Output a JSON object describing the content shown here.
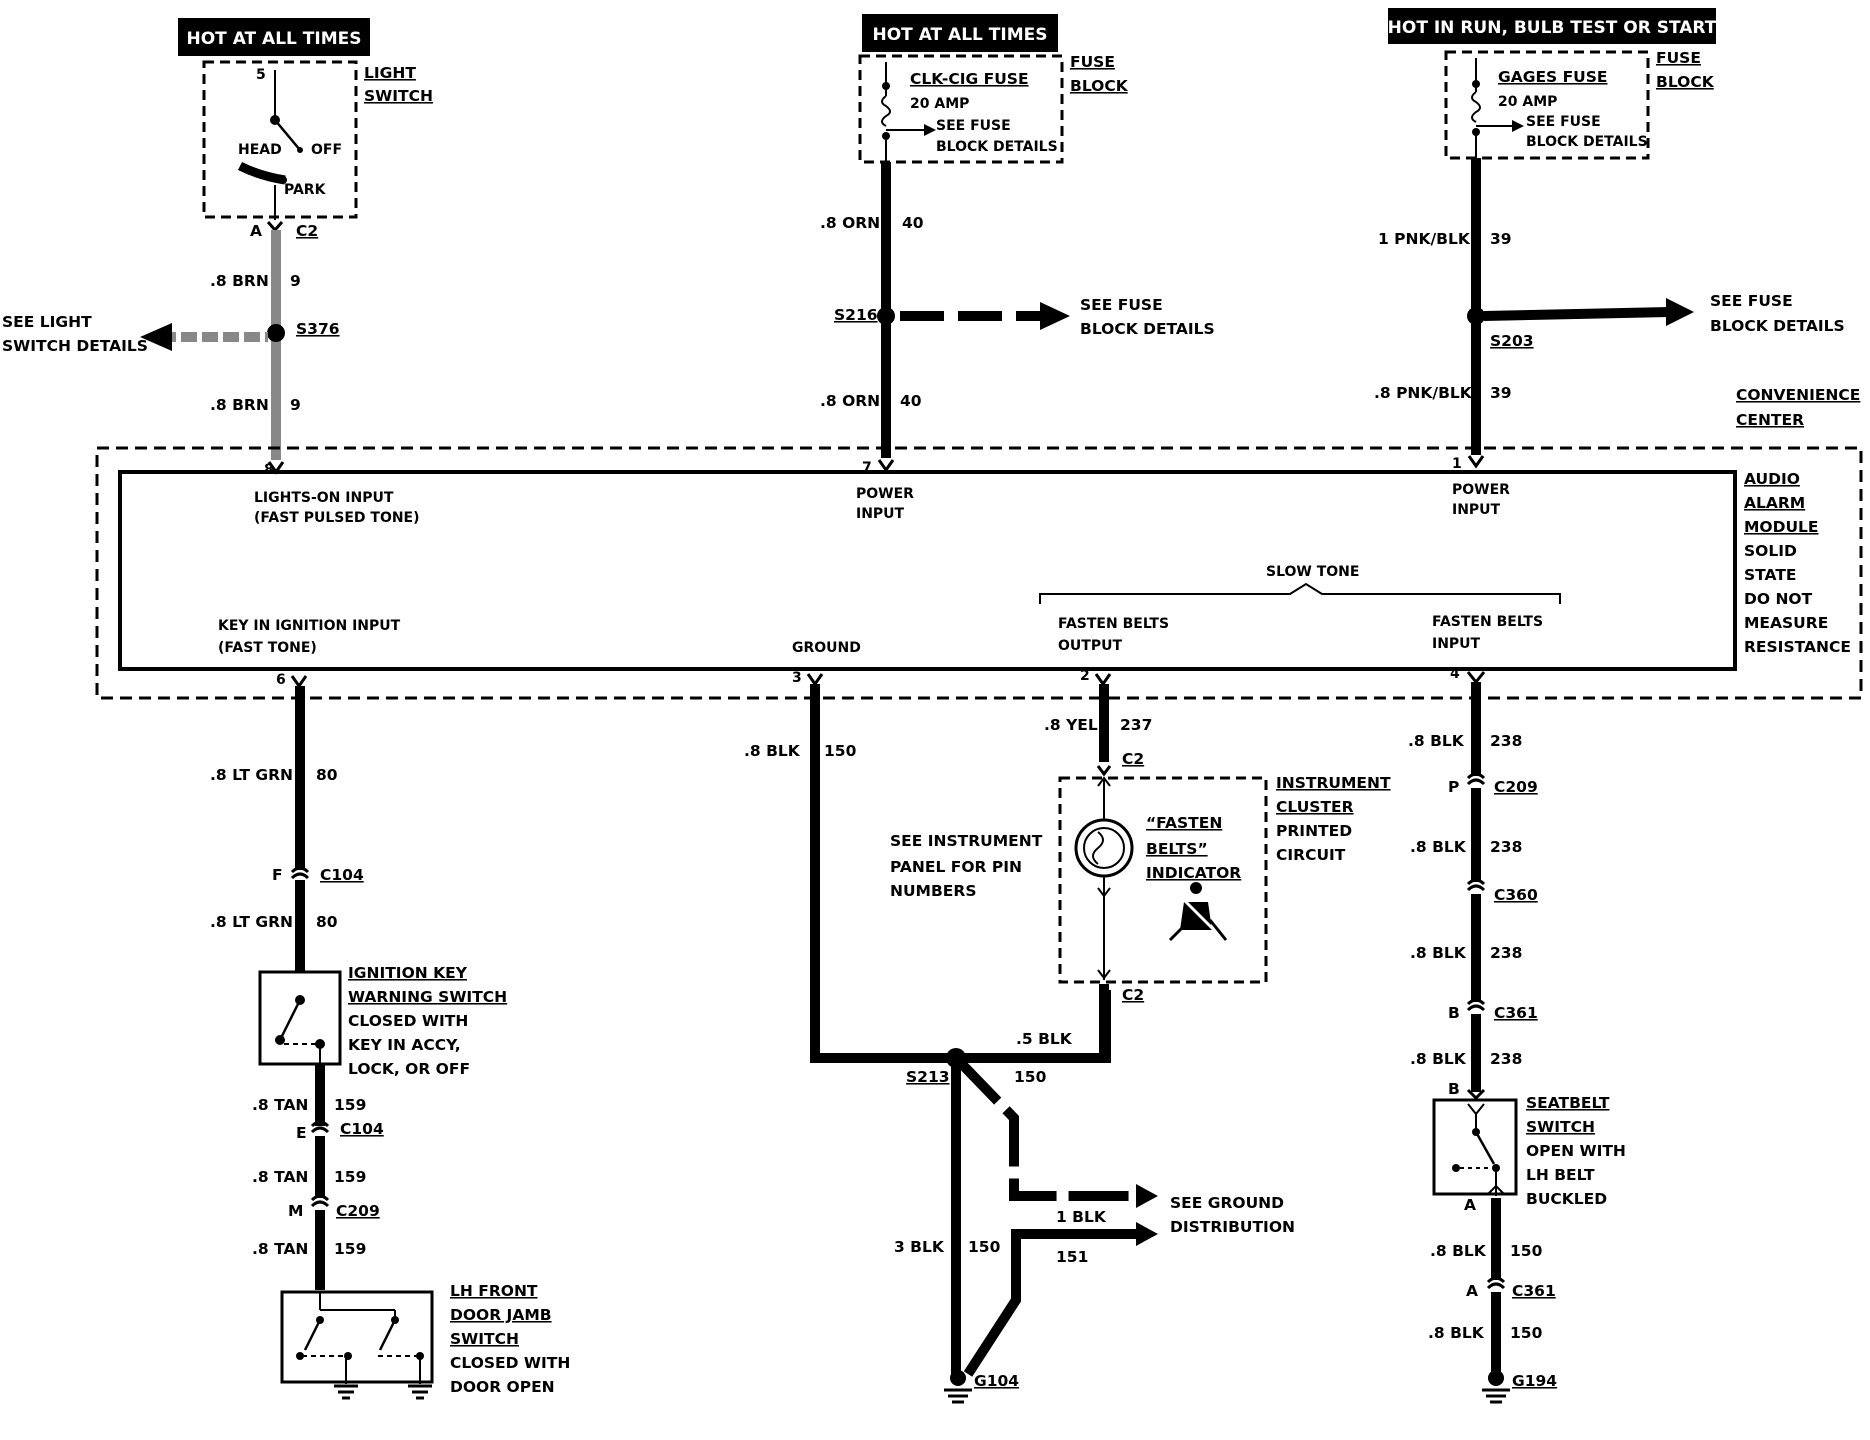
{
  "headers": {
    "left": "HOT AT ALL TIMES",
    "middle": "HOT AT ALL TIMES",
    "right": "HOT IN RUN, BULB TEST OR START"
  },
  "light_switch": {
    "title1": "LIGHT",
    "title2": "SWITCH",
    "pin5": "5",
    "head": "HEAD",
    "off": "OFF",
    "park": "PARK",
    "conn_pin": "A",
    "conn": "C2"
  },
  "left_circuit": {
    "wire1": ".8 BRN",
    "ckt1": "9",
    "splice": "S376",
    "see1": "SEE LIGHT",
    "see2": "SWITCH DETAILS",
    "wire2": ".8 BRN",
    "ckt2": "9"
  },
  "clk_fuse": {
    "name": "CLK-CIG FUSE",
    "amp": "20 AMP",
    "see1": "SEE FUSE",
    "see2": "BLOCK DETAILS",
    "block1": "FUSE",
    "block2": "BLOCK"
  },
  "middle_circuit": {
    "wire1": ".8 ORN",
    "ckt1": "40",
    "splice": "S216",
    "see1": "SEE FUSE",
    "see2": "BLOCK DETAILS",
    "wire2": ".8 ORN",
    "ckt2": "40"
  },
  "gages_fuse": {
    "name": "GAGES FUSE",
    "amp": "20 AMP",
    "see1": "SEE FUSE",
    "see2": "BLOCK DETAILS",
    "block1": "FUSE",
    "block2": "BLOCK"
  },
  "right_circuit": {
    "wire1": "1 PNK/BLK",
    "ckt1": "39",
    "splice": "S203",
    "see1": "SEE FUSE",
    "see2": "BLOCK DETAILS",
    "wire2": ".8 PNK/BLK",
    "ckt2": "39"
  },
  "convenience": {
    "l1": "CONVENIENCE",
    "l2": "CENTER"
  },
  "module": {
    "l1": "AUDIO",
    "l2": "ALARM",
    "l3": "MODULE",
    "l4": "SOLID",
    "l5": "STATE",
    "l6": "DO NOT",
    "l7": "MEASURE",
    "l8": "RESISTANCE",
    "pin8": "8",
    "in8a": "LIGHTS-ON INPUT",
    "in8b": "(FAST PULSED TONE)",
    "pin7": "7",
    "in7a": "POWER",
    "in7b": "INPUT",
    "pin1": "1",
    "in1a": "POWER",
    "in1b": "INPUT",
    "slow": "SLOW TONE",
    "pin6": "6",
    "in6a": "KEY IN IGNITION INPUT",
    "in6b": "(FAST TONE)",
    "pin3": "3",
    "in3": "GROUND",
    "pin2": "2",
    "in2a": "FASTEN BELTS",
    "in2b": "OUTPUT",
    "pin4": "4",
    "in4a": "FASTEN BELTS",
    "in4b": "INPUT"
  },
  "ign_circuit": {
    "wire1": ".8 LT GRN",
    "ckt1": "80",
    "c1_pin": "F",
    "c1": "C104",
    "wire2": ".8 LT GRN",
    "ckt2": "80",
    "sw1": "IGNITION KEY",
    "sw2": "WARNING SWITCH",
    "sw3": "CLOSED WITH",
    "sw4": "KEY IN ACCY,",
    "sw5": "LOCK, OR OFF",
    "wire3": ".8 TAN",
    "ckt3": "159",
    "c2_pin": "E",
    "c2": "C104",
    "wire4": ".8 TAN",
    "ckt4": "159",
    "c3_pin": "M",
    "c3": "C209",
    "wire5": ".8 TAN",
    "ckt5": "159",
    "dj1": "LH FRONT",
    "dj2": "DOOR JAMB",
    "dj3": "SWITCH",
    "dj4": "CLOSED WITH",
    "dj5": "DOOR OPEN"
  },
  "ground_circuit": {
    "wire1": ".8 BLK",
    "ckt1": "150",
    "wire2": ".5 BLK",
    "splice": "S213",
    "ckt_s": "150",
    "wire3": "1 BLK",
    "ckt3": "151",
    "see1": "SEE GROUND",
    "see2": "DISTRIBUTION",
    "wire4": "3 BLK",
    "ckt4": "150",
    "ground": "G104"
  },
  "belts_circuit": {
    "wire1": ".8 YEL",
    "ckt1": "237",
    "c_top": "C2",
    "see1": "SEE INSTRUMENT",
    "see2": "PANEL FOR PIN",
    "see3": "NUMBERS",
    "ind1": "“FASTEN",
    "ind2": "BELTS”",
    "ind3": "INDICATOR",
    "ic1": "INSTRUMENT",
    "ic2": "CLUSTER",
    "ic3": "PRINTED",
    "ic4": "CIRCUIT",
    "c_bot": "C2"
  },
  "seat_circuit": {
    "wire1": ".8 BLK",
    "ckt1": "238",
    "c1_pin": "P",
    "c1": "C209",
    "wire2": ".8 BLK",
    "ckt2": "238",
    "c2": "C360",
    "wire3": ".8 BLK",
    "ckt3": "238",
    "c3_pin": "B",
    "c3": "C361",
    "wire4": ".8 BLK",
    "ckt4": "238",
    "sw_pin_top": "B",
    "sw1": "SEATBELT",
    "sw2": "SWITCH",
    "sw3": "OPEN WITH",
    "sw4": "LH BELT",
    "sw5": "BUCKLED",
    "sw_pin_bot": "A",
    "wire5": ".8 BLK",
    "ckt5": "150",
    "c4_pin": "A",
    "c4": "C361",
    "wire6": ".8 BLK",
    "ckt6": "150",
    "ground": "G194"
  }
}
